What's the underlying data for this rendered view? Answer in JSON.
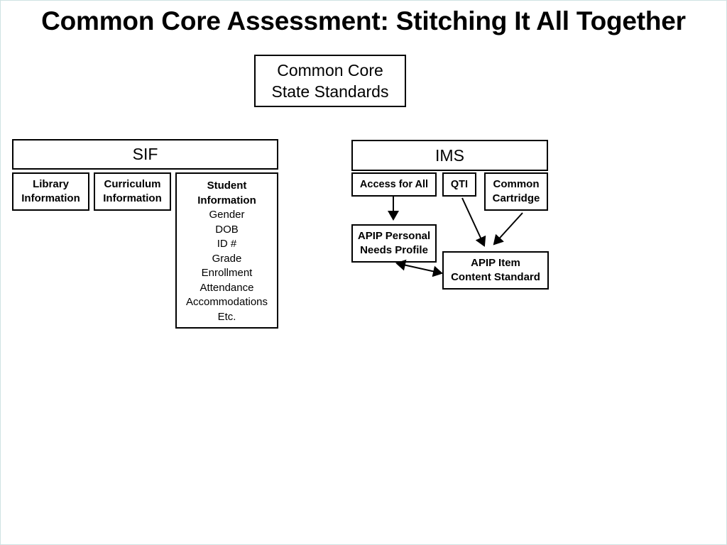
{
  "title": "Common Core Assessment: Stitching It All Together",
  "top_box": {
    "line1": "Common Core",
    "line2": "State Standards"
  },
  "sif": {
    "header": "SIF",
    "library": {
      "line1": "Library",
      "line2": "Information"
    },
    "curriculum": {
      "line1": "Curriculum",
      "line2": "Information"
    },
    "student": {
      "line1": "Student",
      "line2": "Information",
      "fields": [
        "Gender",
        "DOB",
        "ID #",
        "Grade",
        "Enrollment",
        "Attendance",
        "Accommodations",
        "Etc."
      ]
    }
  },
  "ims": {
    "header": "IMS",
    "access_for_all": "Access for All",
    "qti": "QTI",
    "common_cartridge": {
      "line1": "Common",
      "line2": "Cartridge"
    },
    "apip_pnp": {
      "line1": "APIP Personal",
      "line2": "Needs Profile"
    },
    "apip_ics": {
      "line1": "APIP Item",
      "line2": "Content Standard"
    }
  },
  "connections": [
    {
      "from": "Access for All",
      "to": "APIP Personal Needs Profile",
      "type": "arrow"
    },
    {
      "from": "QTI",
      "to": "APIP Item Content Standard",
      "type": "arrow"
    },
    {
      "from": "Common Cartridge",
      "to": "APIP Item Content Standard",
      "type": "arrow"
    },
    {
      "from": "APIP Personal Needs Profile",
      "to": "APIP Item Content Standard",
      "type": "double-arrow"
    }
  ]
}
